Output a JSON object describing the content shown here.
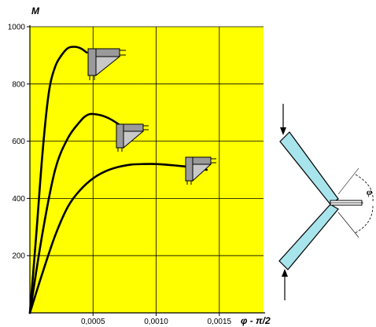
{
  "chart_data": {
    "type": "line",
    "xlabel": "φ - π/2",
    "ylabel": "M",
    "xlim": [
      0,
      0.00185
    ],
    "ylim": [
      0,
      1000
    ],
    "grid": true,
    "background_color": "#ffff00",
    "series_color": "#000000",
    "x_tick_labels": [
      {
        "value": 0.0005,
        "label": "0,0005"
      },
      {
        "value": 0.001,
        "label": "0,0010"
      },
      {
        "value": 0.0015,
        "label": "0,0015"
      }
    ],
    "y_tick_labels": [
      {
        "value": 200,
        "label": "200"
      },
      {
        "value": 400,
        "label": "400"
      },
      {
        "value": 600,
        "label": "600"
      },
      {
        "value": 800,
        "label": "800"
      },
      {
        "value": 1000,
        "label": "1000"
      }
    ],
    "series": [
      {
        "x": [
          0,
          5e-05,
          0.0001,
          0.00015,
          0.0002,
          0.00025,
          0.0003,
          0.00035,
          0.0004,
          0.00045
        ],
        "y": [
          0,
          270,
          560,
          770,
          860,
          900,
          925,
          930,
          925,
          910
        ]
      },
      {
        "x": [
          0,
          0.0001,
          0.0002,
          0.0003,
          0.0004,
          0.00045,
          0.0005,
          0.0006,
          0.0007,
          0.0008
        ],
        "y": [
          0,
          280,
          500,
          610,
          670,
          690,
          695,
          685,
          660,
          625
        ]
      },
      {
        "x": [
          0,
          0.0001,
          0.0002,
          0.0003,
          0.0004,
          0.0005,
          0.0006,
          0.0007,
          0.0008,
          0.0009,
          0.001,
          0.0011,
          0.0012,
          0.0013,
          0.0014
        ],
        "y": [
          0,
          140,
          270,
          370,
          430,
          470,
          495,
          510,
          518,
          520,
          520,
          517,
          513,
          508,
          500
        ]
      }
    ]
  },
  "diagram": {
    "fill_color": "#a8e4ec",
    "angle_symbol": "φ"
  }
}
